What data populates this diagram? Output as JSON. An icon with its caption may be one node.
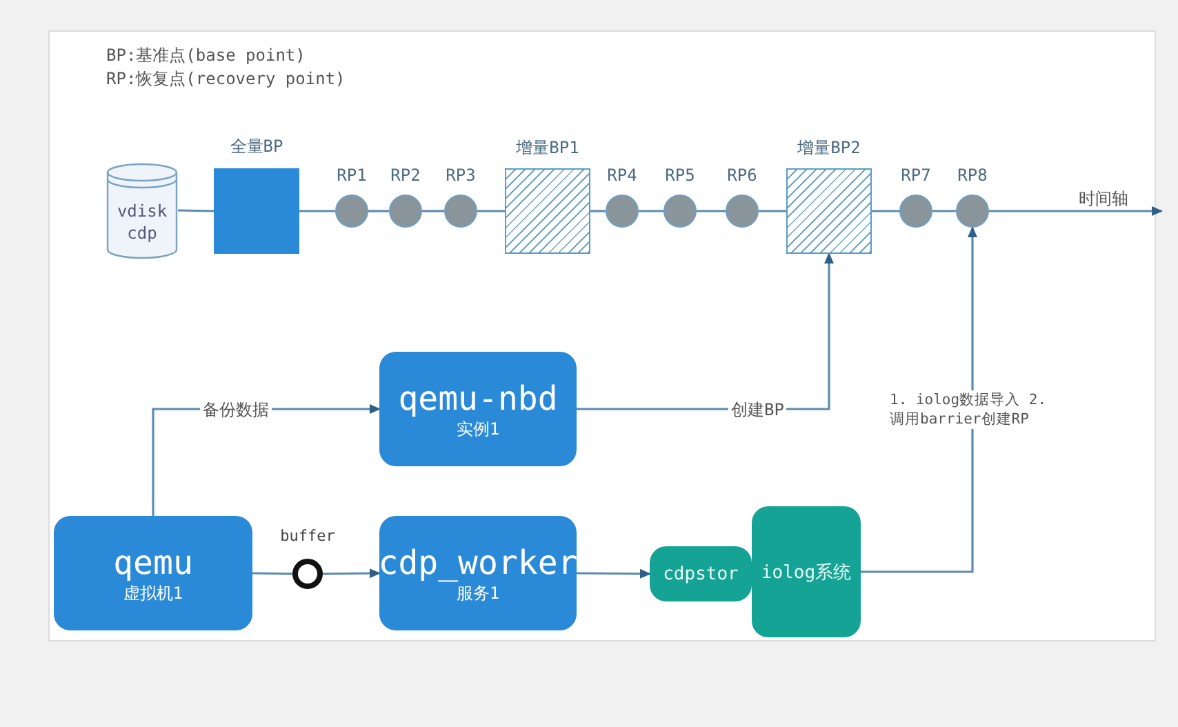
{
  "diagram": {
    "nodes": [
      {
        "text": [
          "vdisk cdp"
        ]
      },
      {
        "text": [
          "全量BP"
        ]
      },
      {
        "text": [
          "RP1"
        ]
      },
      {
        "text": [
          "RP2"
        ]
      },
      {
        "text": [
          "RP3"
        ]
      },
      {
        "text": [
          "增量BP1"
        ]
      },
      {
        "text": [
          "RP4"
        ]
      },
      {
        "text": [
          "RP5"
        ]
      },
      {
        "text": [
          "RP6"
        ]
      },
      {
        "text": [
          "增量BP2"
        ]
      },
      {
        "text": [
          "RP7"
        ]
      },
      {
        "text": [
          "RP8"
        ]
      },
      {
        "text": [
          "qemu-nbd",
          "实例1"
        ]
      },
      {
        "text": [
          "qemu",
          "虚拟机1"
        ]
      },
      {
        "text": [
          "buffer"
        ]
      },
      {
        "text": [
          "cdp_worker",
          "服务1"
        ]
      },
      {
        "text": [
          "cdpstor"
        ]
      },
      {
        "text": [
          "iolog系统"
        ]
      }
    ],
    "edges": [
      {
        "from": 0,
        "to": 1,
        "arrow": "none"
      },
      {
        "from": 1,
        "to": 2,
        "arrow": "none"
      },
      {
        "from": 2,
        "to": 3,
        "arrow": "none"
      },
      {
        "from": 3,
        "to": 4,
        "arrow": "none"
      },
      {
        "from": 4,
        "to": 5,
        "arrow": "none"
      },
      {
        "from": 5,
        "to": 6,
        "arrow": "none"
      },
      {
        "from": 6,
        "to": 7,
        "arrow": "none"
      },
      {
        "from": 7,
        "to": 8,
        "arrow": "none"
      },
      {
        "from": 8,
        "to": 9,
        "arrow": "none"
      },
      {
        "from": 9,
        "to": 10,
        "arrow": "none"
      },
      {
        "from": 10,
        "to": 11,
        "arrow": "none"
      },
      {
        "from": 11,
        "to": null,
        "arrow": "to",
        "label": "时间轴"
      },
      {
        "from": 13,
        "to": 12,
        "arrow": "to",
        "label": "备份数据"
      },
      {
        "from": 12,
        "to": 9,
        "arrow": "to",
        "label": "创建BP"
      },
      {
        "from": 13,
        "to": 14,
        "arrow": "none"
      },
      {
        "from": 14,
        "to": 15,
        "arrow": "to"
      },
      {
        "from": 15,
        "to": 16,
        "arrow": "to"
      },
      {
        "from": 17,
        "to": 11,
        "arrow": "to",
        "label": "1. iolog数据导入 2. 调用barrier创建RP"
      }
    ],
    "labels": [
      "BP:基准点(base point)",
      "RP:恢复点(recovery point)"
    ]
  }
}
